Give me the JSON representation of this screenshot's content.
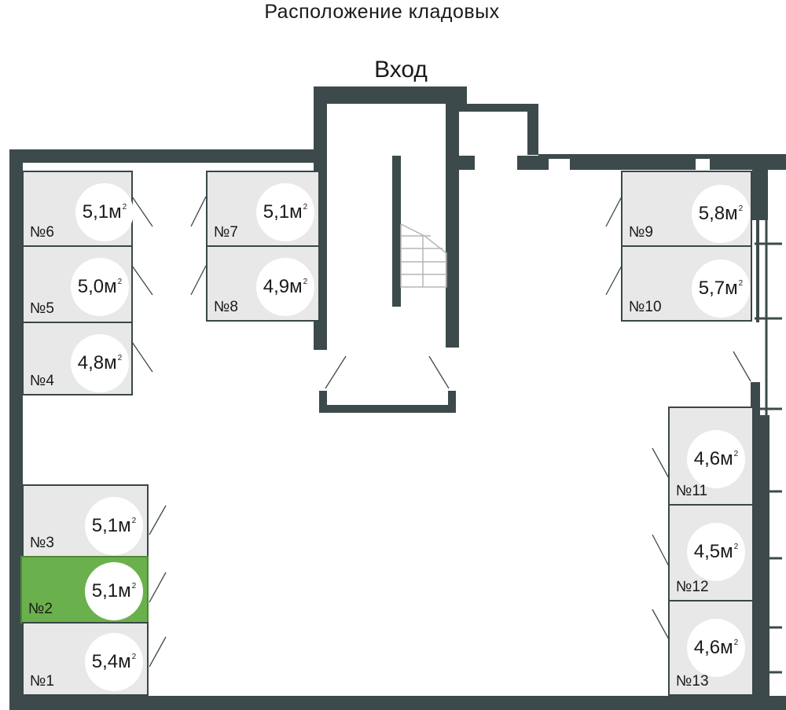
{
  "title": "Расположение кладовых",
  "entrance_label": "Вход",
  "colors": {
    "wall": "#3d4a4b",
    "storage_fill": "#e8e8e8",
    "selected_fill": "#6ab04c",
    "selected_border": "#4e8a35"
  },
  "selected_unit": "№2",
  "area_unit": "м",
  "area_unit_exponent": "2",
  "units": [
    {
      "label": "№1",
      "area": "5,4"
    },
    {
      "label": "№2",
      "area": "5,1"
    },
    {
      "label": "№3",
      "area": "5,1"
    },
    {
      "label": "№4",
      "area": "4,8"
    },
    {
      "label": "№5",
      "area": "5,0"
    },
    {
      "label": "№6",
      "area": "5,1"
    },
    {
      "label": "№7",
      "area": "5,1"
    },
    {
      "label": "№8",
      "area": "4,9"
    },
    {
      "label": "№9",
      "area": "5,8"
    },
    {
      "label": "№10",
      "area": "5,7"
    },
    {
      "label": "№11",
      "area": "4,6"
    },
    {
      "label": "№12",
      "area": "4,5"
    },
    {
      "label": "№13",
      "area": "4,6"
    }
  ]
}
